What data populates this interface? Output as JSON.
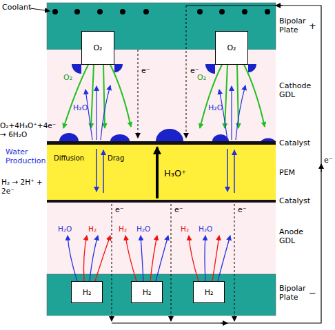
{
  "diagram": {
    "nodes": [
      {
        "text": [
          "O₂"
        ]
      },
      {
        "text": [
          "O₂"
        ]
      },
      {
        "text": [
          "H₂"
        ]
      },
      {
        "text": [
          "H₂"
        ]
      },
      {
        "text": [
          "H₂"
        ]
      }
    ],
    "labels": [
      "Coolant",
      "O₂+4H₃O⁺+4e⁻ → 6H₂O",
      "Water Production",
      "H₂ → 2H⁺ + 2e⁻",
      "O₂",
      "O₂",
      "H₂O",
      "H₂O",
      "e⁻",
      "e⁻",
      "Diffusion",
      "Drag",
      "H₃O⁺",
      "e⁻",
      "e⁻",
      "e⁻",
      "H₂O",
      "H₂",
      "H₂",
      "H₂O",
      "H₂",
      "H₂O",
      "Bipolar Plate",
      "+",
      "Cathode GDL",
      "Catalyst",
      "PEM",
      "Catalyst",
      "Anode GDL",
      "Bipolar Plate",
      "−",
      "e⁻"
    ]
  }
}
